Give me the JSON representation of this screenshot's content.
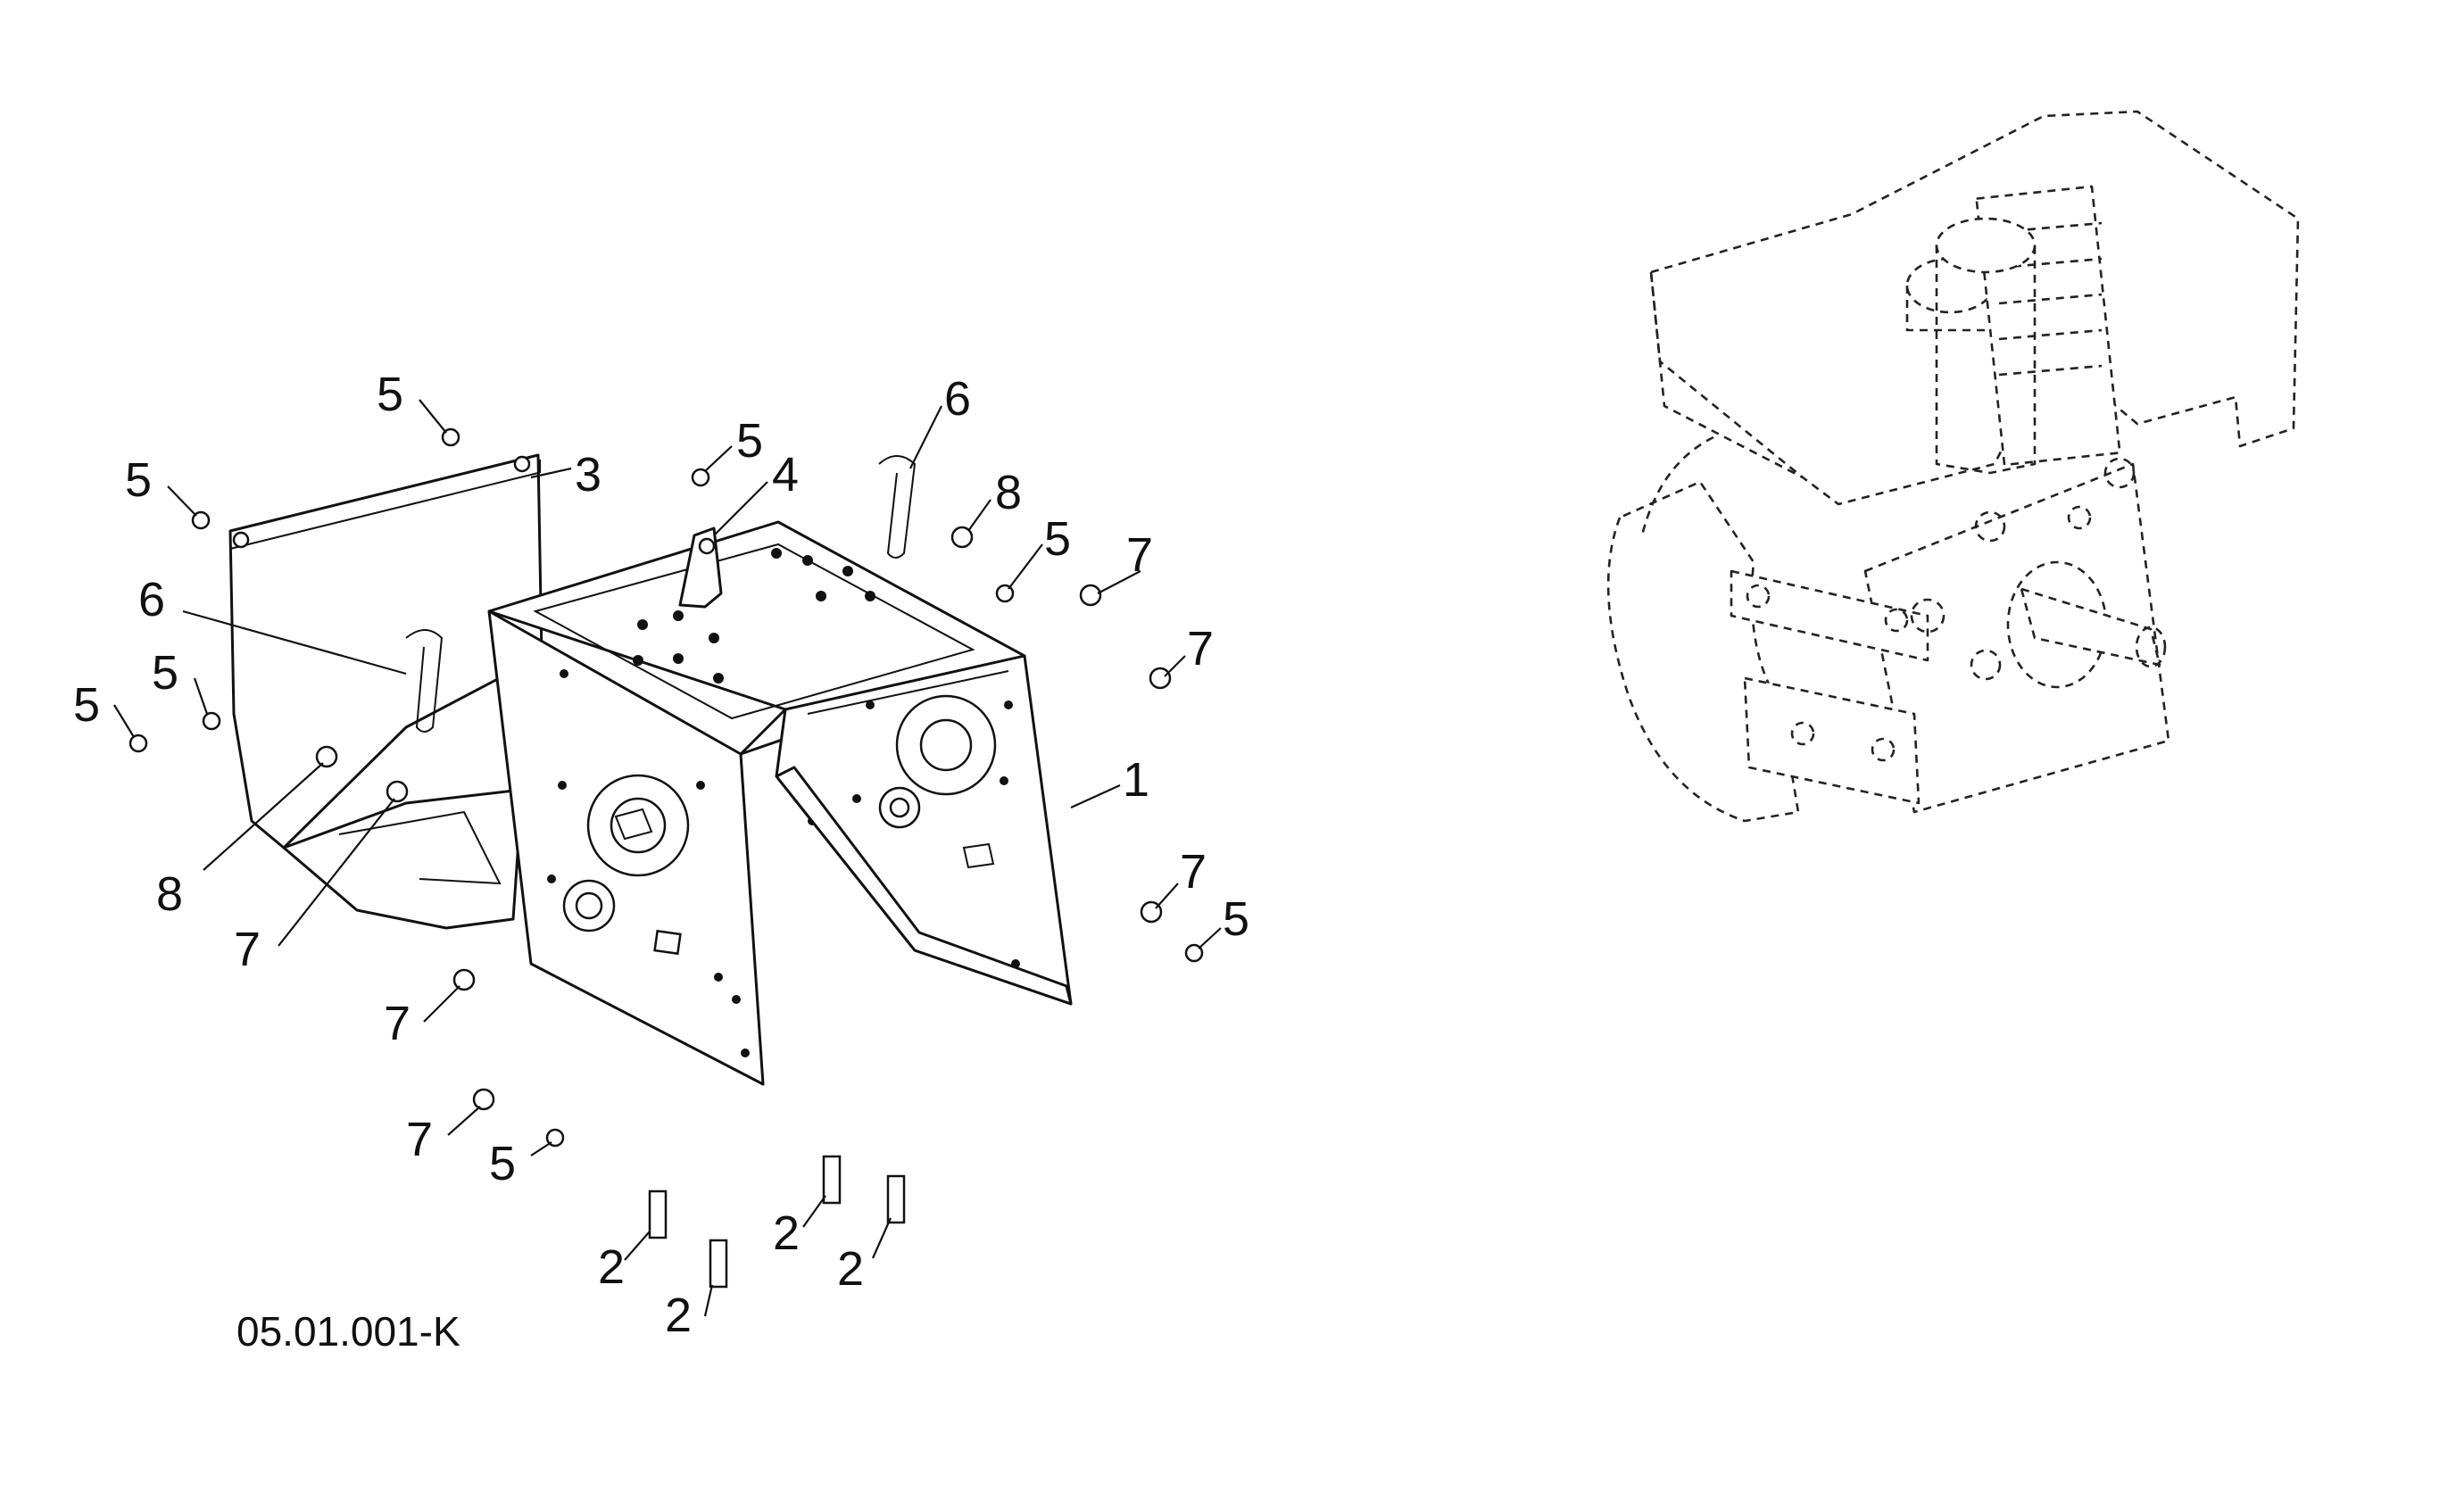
{
  "diagram_code": "05.01.001-K",
  "callouts": {
    "c1": "1",
    "c2a": "2",
    "c2b": "2",
    "c2c": "2",
    "c2d": "2",
    "c3": "3",
    "c4": "4",
    "c5a": "5",
    "c5b": "5",
    "c5c": "5",
    "c5d": "5",
    "c5e": "5",
    "c5f": "5",
    "c5g": "5",
    "c5h": "5",
    "c6a": "6",
    "c6b": "6",
    "c7a": "7",
    "c7b": "7",
    "c7c": "7",
    "c7d": "7",
    "c7e": "7",
    "c7f": "7",
    "c8a": "8",
    "c8b": "8"
  }
}
